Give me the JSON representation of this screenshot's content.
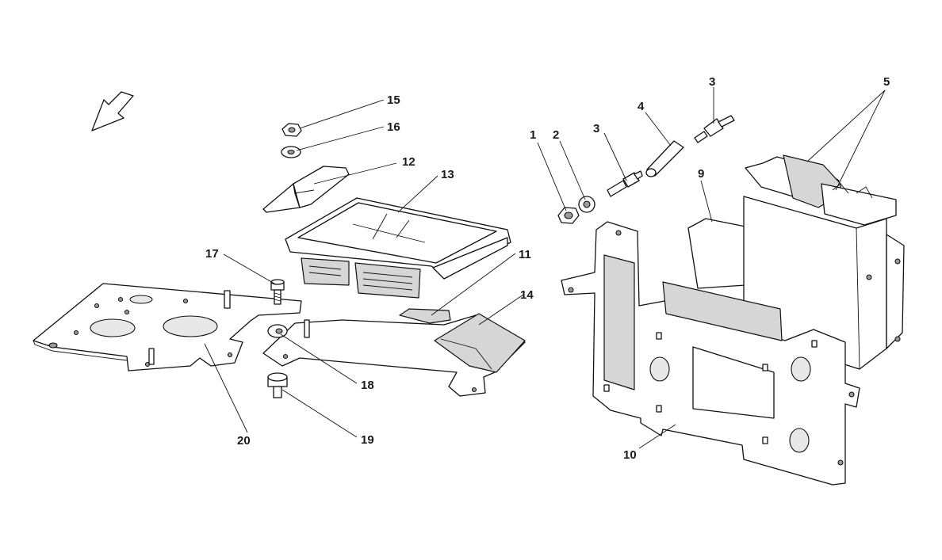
{
  "diagram": {
    "callouts": {
      "c1": "1",
      "c2": "2",
      "c3a": "3",
      "c3b": "3",
      "c4": "4",
      "c5": "5",
      "c9": "9",
      "c10": "10",
      "c11": "11",
      "c12": "12",
      "c13": "13",
      "c14": "14",
      "c15": "15",
      "c16": "16",
      "c17": "17",
      "c18": "18",
      "c19": "19",
      "c20": "20"
    },
    "direction_arrow_icon": "orientation-arrow-icon"
  }
}
